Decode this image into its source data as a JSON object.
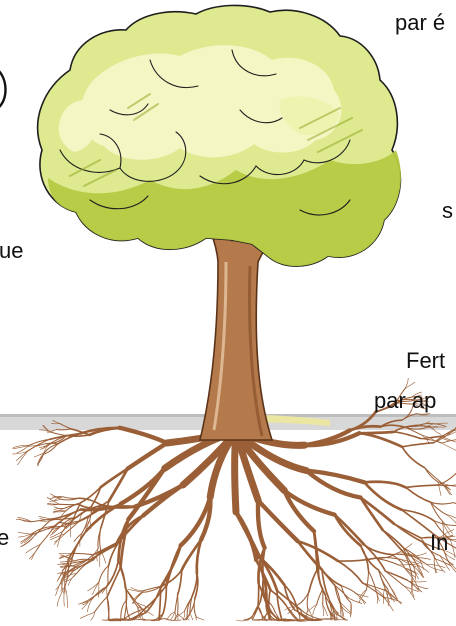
{
  "labels": {
    "top_right": "par é",
    "left_mid": "ue",
    "right_mid": "s",
    "fert_line1": "Fert",
    "fert_line2": "par ap",
    "left_bottom": "e",
    "right_bottom": "In"
  },
  "colors": {
    "canopy_light": "#f3f5c0",
    "canopy_mid": "#e1eb9a",
    "canopy_green": "#b9cc4a",
    "canopy_shadow": "#93aa2a",
    "trunk": "#b57a4c",
    "trunk_dark": "#7e4a25",
    "trunk_light": "#e7c6a4",
    "roots": "#9a5f37",
    "ground": "#d2d2d2",
    "ground_yellow": "#ece6a3",
    "outline": "#1e1e1e"
  }
}
